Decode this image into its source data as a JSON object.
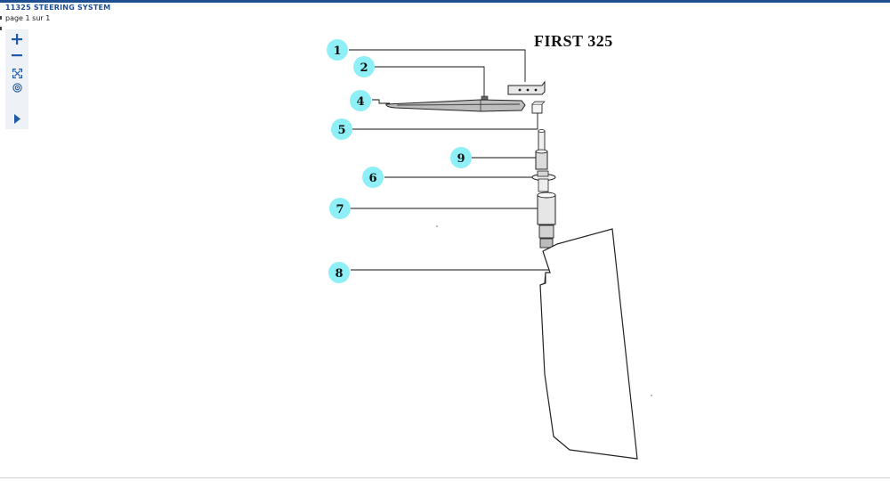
{
  "header": {
    "title": "11325 STEERING SYSTEM",
    "page_info": "page 1 sur  1"
  },
  "toolbar": {
    "items": [
      {
        "icon": "zoom-in-icon"
      },
      {
        "icon": "zoom-out-icon"
      },
      {
        "icon": "fit-page-icon"
      },
      {
        "icon": "target-icon"
      },
      {
        "icon": "next-page-icon"
      }
    ]
  },
  "diagram": {
    "brand": "FIRST  325",
    "callouts": [
      {
        "id": "1",
        "label": "1"
      },
      {
        "id": "2",
        "label": "2"
      },
      {
        "id": "4",
        "label": "4"
      },
      {
        "id": "5",
        "label": "5"
      },
      {
        "id": "9",
        "label": "9"
      },
      {
        "id": "6",
        "label": "6"
      },
      {
        "id": "7",
        "label": "7"
      },
      {
        "id": "8",
        "label": "8"
      }
    ],
    "callout_color": "#8ef0f6"
  }
}
